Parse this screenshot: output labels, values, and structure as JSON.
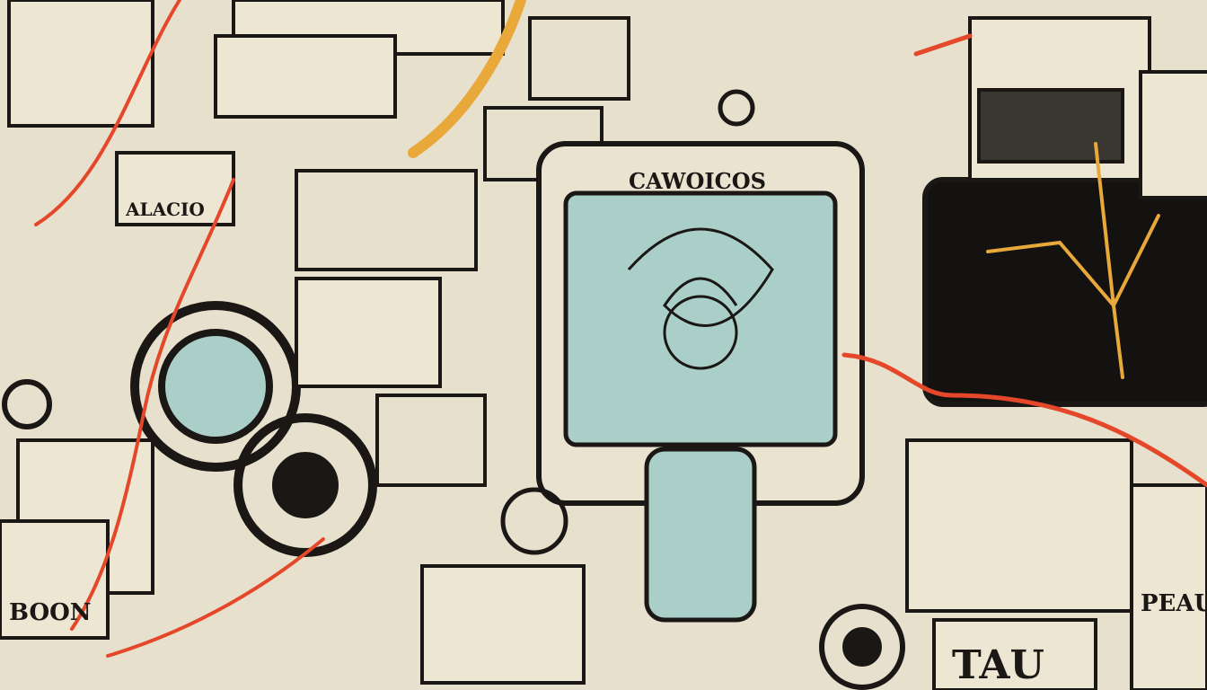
{
  "artwork": {
    "style": "retro line-art illustration of gadgets and wiring diagrams",
    "colors": {
      "paper": "#e6e0cc",
      "ink": "#1a1714",
      "screen": "#a9cfc8",
      "wire_orange": "#e5472a",
      "wire_yellow": "#e8a83a",
      "dark_panel": "#141210"
    },
    "labels": {
      "device_title": "CAWOICOS",
      "left_panel": "ALACIO",
      "bottom_left": "BOON",
      "bottom_right": "PEAU",
      "bottom_center": "TAU"
    }
  }
}
